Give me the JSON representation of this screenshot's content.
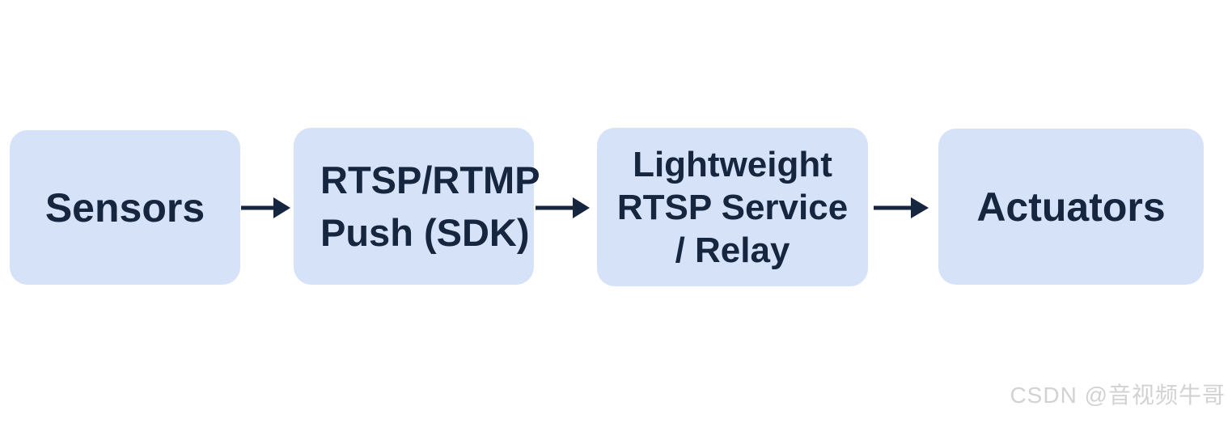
{
  "diagram": {
    "type": "flow-diagram",
    "direction": "left-to-right",
    "nodes": [
      {
        "id": "sensors",
        "lines": [
          "Sensors"
        ]
      },
      {
        "id": "rtsp-rtmp-push-sdk",
        "lines": [
          "RTSP/RTMP",
          "Push (SDK)"
        ]
      },
      {
        "id": "lightweight-rtsp-service",
        "lines": [
          "Lightweight",
          "RTSP Service",
          "/ Relay"
        ]
      },
      {
        "id": "actuators",
        "lines": [
          "Actuators"
        ]
      }
    ],
    "edges": [
      {
        "from": "sensors",
        "to": "rtsp-rtmp-push-sdk"
      },
      {
        "from": "rtsp-rtmp-push-sdk",
        "to": "lightweight-rtsp-service"
      },
      {
        "from": "lightweight-rtsp-service",
        "to": "actuators"
      }
    ]
  },
  "watermark": {
    "text": "CSDN @音视频牛哥"
  },
  "colors": {
    "node_fill": "#d6e2f8",
    "node_text": "#17263f",
    "arrow": "#17263f",
    "watermark": "#d2d2d2"
  }
}
